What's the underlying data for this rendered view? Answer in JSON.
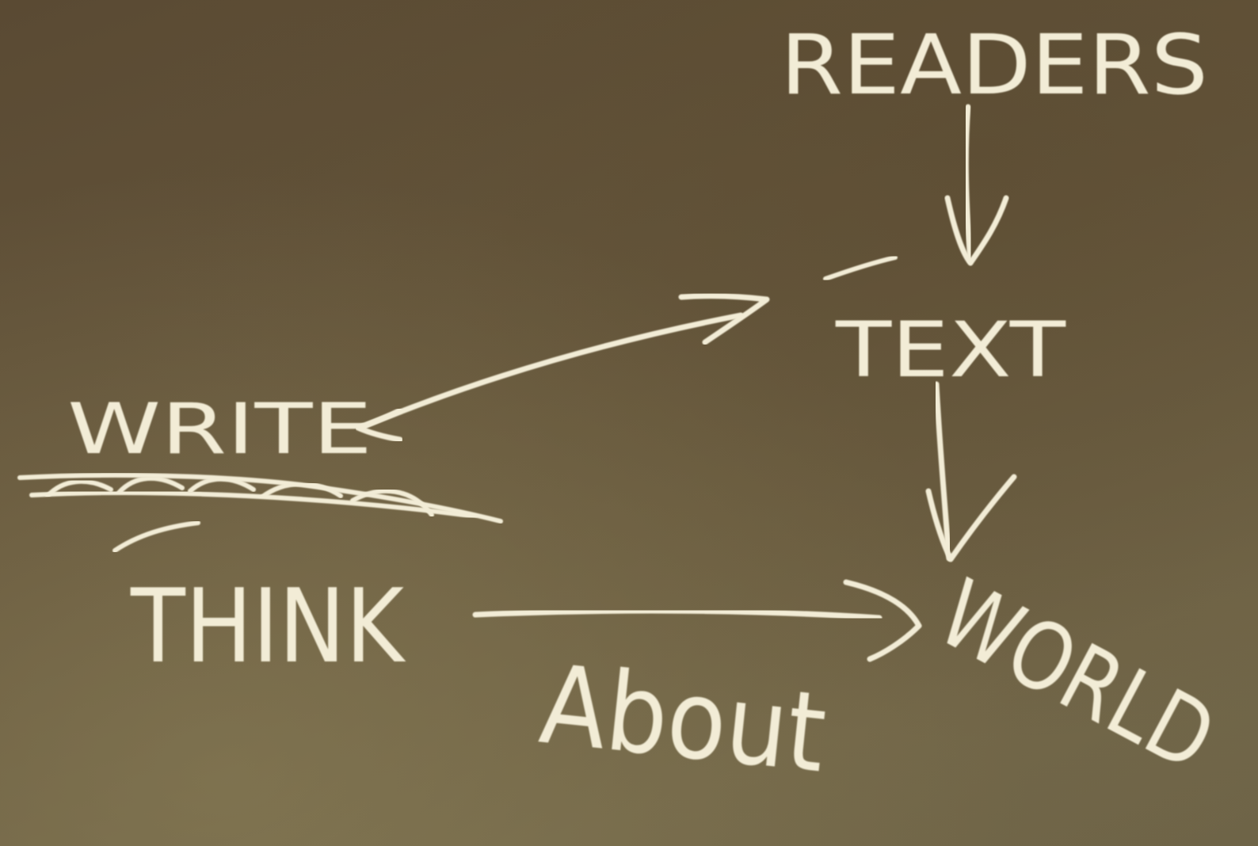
{
  "board": {
    "words": {
      "readers": "READERS",
      "text": "TEXT",
      "write": "WRITE",
      "think": "THINK",
      "about": "About",
      "world": "WORLD"
    },
    "chalk_color": "#f2ecd6",
    "board_color": "#5e5037"
  }
}
